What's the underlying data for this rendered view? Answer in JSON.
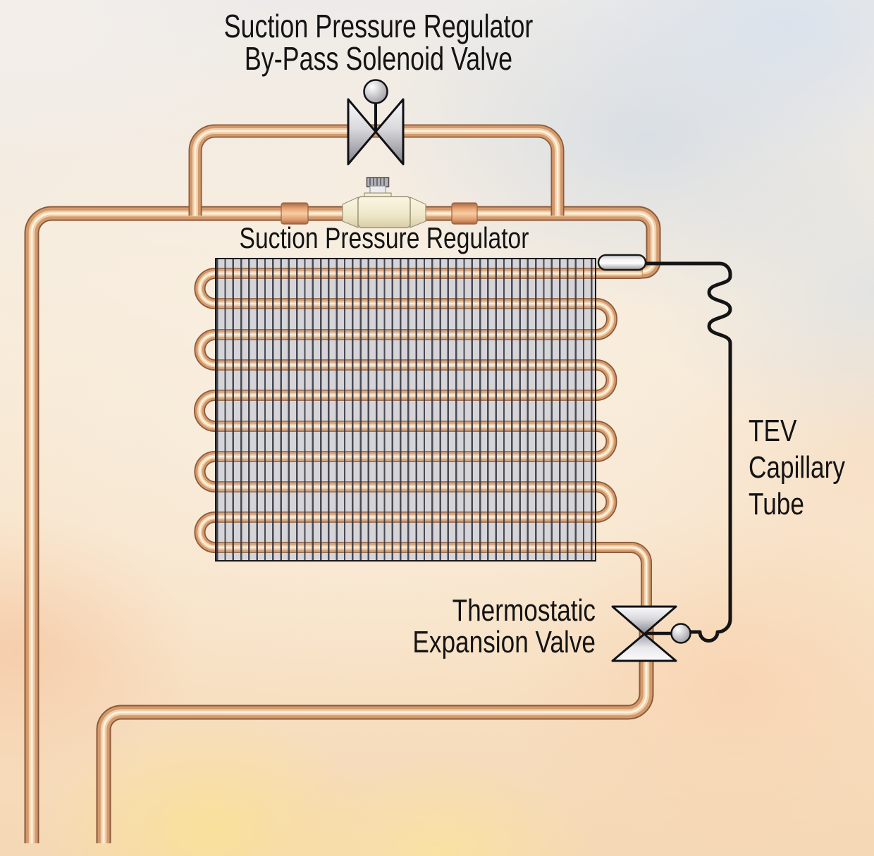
{
  "diagram": {
    "heading": {
      "line1": "Suction Pressure Regulator",
      "line2": "By-Pass Solenoid Valve"
    },
    "regulator_label": "Suction Pressure Regulator",
    "capillary_label": {
      "line1": "TEV",
      "line2": "Capillary",
      "line3": "Tube"
    },
    "tev_label": {
      "line1": "Thermostatic",
      "line2": "Expansion Valve"
    },
    "components": {
      "solenoid_valve_icon": "by-pass-solenoid-valve",
      "regulator_icon": "suction-pressure-regulator",
      "tev_icon": "thermostatic-expansion-valve",
      "sensor_bulb_icon": "tev-sensing-bulb-capsule",
      "capillary_icon": "tev-capillary-tube",
      "evaporator_icon": "finned-evaporator-coil"
    },
    "colors": {
      "copper_edge": "#8a5a3c",
      "copper_body": "#d4996b",
      "copper_highlight": "#f0cfa8",
      "copper_core": "#fdf2e0",
      "fin_gray": "#d5d5d9",
      "capillary_black": "#141414",
      "valve_metal": "#9a9aa0",
      "regulator_cream": "#f1ebcf",
      "coupling_salmon": "#e6a170"
    }
  }
}
